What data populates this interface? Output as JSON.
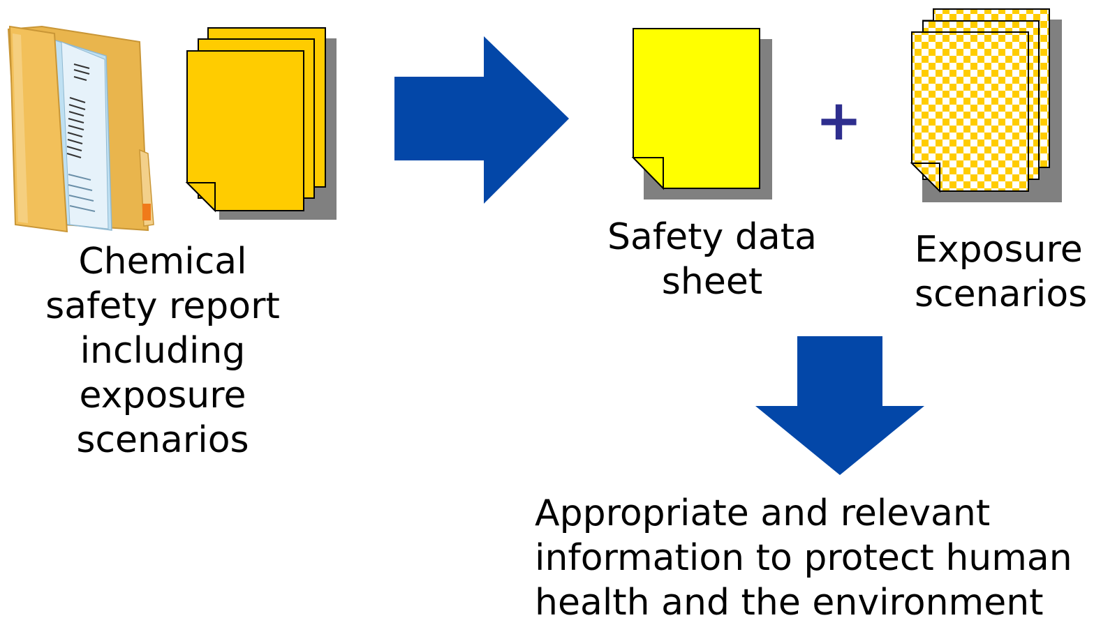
{
  "colors": {
    "arrow": "#0347A8",
    "csr_pages": "#FFCC00",
    "sds_page": "#FFFF00",
    "es_checker_light": "#FFFFFF",
    "es_checker_dark": "#FFCC00",
    "page_shadow": "#808080",
    "plus": "#2E2E8E",
    "folder": "#F2C05A",
    "folder_document": "#CDE6F5"
  },
  "icons": {
    "folder": "folder-with-documents-icon",
    "csr_stack": "document-stack-icon",
    "sds": "document-icon",
    "es_stack": "checkered-document-stack-icon",
    "arrow_right": "arrow-right-icon",
    "arrow_down": "arrow-down-icon"
  },
  "operator": "+",
  "labels": {
    "csr": [
      "Chemical",
      "safety report",
      "including",
      "exposure",
      "scenarios"
    ],
    "sds": [
      "Safety data",
      "sheet"
    ],
    "es": [
      "Exposure",
      "scenarios"
    ],
    "outcome": [
      "Appropriate and relevant",
      "information to protect human",
      "health and the environment"
    ]
  }
}
